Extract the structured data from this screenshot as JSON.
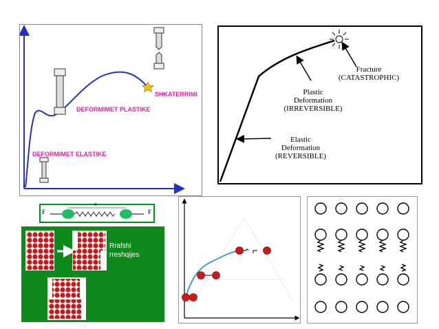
{
  "panel1": {
    "label_plastic": "DEFORMIMET PLASTIKE",
    "label_elastic": "DEFORMIMET ELASTIKE",
    "label_fracture": "SHKATERRIMI",
    "label_color": "#e020a0",
    "curve_color": "#2030c8",
    "axis_color": "#2030c8"
  },
  "panel2": {
    "fracture_line1": "Fracture",
    "fracture_line2": "(CATASTROPHIC)",
    "plastic_line1": "Plastic",
    "plastic_line2": "Deformation",
    "plastic_line3": "(IRREVERSIBLE)",
    "elastic_line1": "Elastic",
    "elastic_line2": "Deformation",
    "elastic_line3": "(REVERSIBLE)"
  },
  "panel3": {
    "force_left": "F",
    "force_right": "F",
    "distance_label": "R",
    "slip_line1": "Rrafshi",
    "slip_line2": "rreshqijes",
    "bg_color": "#0e8a1c",
    "atom_color": "#c41a1a"
  },
  "panel4": {
    "curve_color": "#3aa0c8",
    "atom_color": "#d01818"
  },
  "panel5": {}
}
